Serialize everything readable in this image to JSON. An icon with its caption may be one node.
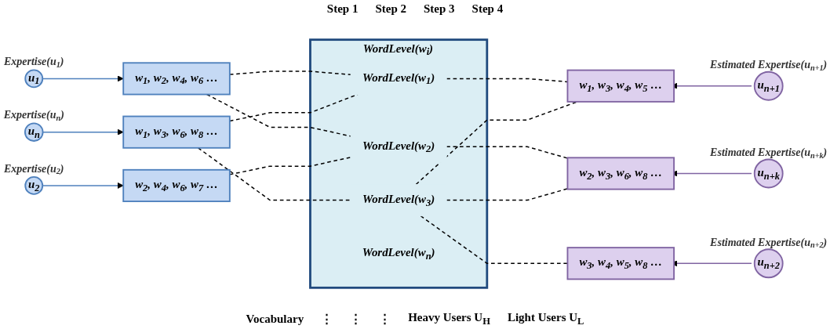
{
  "diagram": {
    "nodes": [
      {
        "text": [
          "u$_{1}$"
        ],
        "beside": [
          "Expertise(u$_{1}$)"
        ]
      },
      {
        "text": [
          "u$_{2}$"
        ],
        "beside": [
          "Expertise(u$_{2}$)"
        ]
      },
      {
        "text": [
          "u$_{n}$"
        ],
        "beside": [
          "Expertise(u$_{n}$)"
        ]
      },
      {
        "text": [
          "w$_{1}$, w$_{2}$, w$_{4}$, w$_{6}$ …"
        ]
      },
      {
        "text": [
          "w$_{2}$, w$_{4}$, w$_{6}$, w$_{7}$ …"
        ]
      },
      {
        "text": [
          "w$_{1}$, w$_{3}$, w$_{6}$, w$_{8}$ …"
        ]
      },
      {
        "text": [
          "WordLevel(w$_{i}$)"
        ]
      },
      {
        "text": [
          "WordLevel(w$_{1}$)"
        ],
        "in": 6
      },
      {
        "text": [
          "WordLevel(w$_{2}$)"
        ],
        "in": 6
      },
      {
        "text": [
          "WordLevel(w$_{3}$)"
        ],
        "in": 6
      },
      {
        "text": [
          "WordLevel(w$_{n}$)"
        ],
        "in": 6
      },
      {
        "text": [
          "w$_{1}$, w$_{3}$, w$_{4}$, w$_{5}$ …"
        ]
      },
      {
        "text": [
          "w$_{3}$, w$_{4}$, w$_{5}$, w$_{8}$ …"
        ]
      },
      {
        "text": [
          "w$_{2}$, w$_{3}$, w$_{6}$, w$_{8}$ …"
        ]
      },
      {
        "text": [
          "u$_{n+1}$"
        ],
        "beside": [
          "Estimated Expertise(u$_{n+1}$)"
        ]
      },
      {
        "text": [
          "u$_{n+2}$"
        ],
        "beside": [
          "Estimated Expertise(u$_{n+2}$)"
        ]
      },
      {
        "text": [
          "u$_{n+k}$"
        ],
        "beside": [
          "Estimated Expertise(u$_{n+k}$)"
        ]
      }
    ],
    "edges": [
      {
        "from": 0,
        "to": 3,
        "arrow": "to",
        "color": "#4f81bd"
      },
      {
        "from": 1,
        "to": 4,
        "arrow": "to",
        "color": "#4f81bd"
      },
      {
        "from": 2,
        "to": 5,
        "arrow": "to",
        "color": "#4f81bd"
      },
      {
        "from": 3,
        "to": 7,
        "arrow": "none",
        "style": "dashed"
      },
      {
        "from": 5,
        "to": 7,
        "arrow": "none",
        "style": "dashed"
      },
      {
        "from": 3,
        "to": 8,
        "arrow": "none",
        "style": "dashed"
      },
      {
        "from": 4,
        "to": 8,
        "arrow": "none",
        "style": "dashed"
      },
      {
        "from": 5,
        "to": 9,
        "arrow": "none",
        "style": "dashed"
      },
      {
        "from": 7,
        "to": 11,
        "arrow": "none",
        "style": "dashed"
      },
      {
        "from": 8,
        "to": 13,
        "arrow": "none",
        "style": "dashed"
      },
      {
        "from": 9,
        "to": 11,
        "arrow": "none",
        "style": "dashed"
      },
      {
        "from": 9,
        "to": 12,
        "arrow": "none",
        "style": "dashed"
      },
      {
        "from": 9,
        "to": 13,
        "arrow": "none",
        "style": "dashed"
      },
      {
        "from": 14,
        "to": 11,
        "arrow": "to",
        "color": "#8064a2"
      },
      {
        "from": 15,
        "to": 12,
        "arrow": "to",
        "color": "#8064a2"
      },
      {
        "from": 16,
        "to": 13,
        "arrow": "to",
        "color": "#8064a2"
      }
    ],
    "labels": [
      "Step 1",
      "Step 2",
      "Step 3",
      "Step 4",
      "Vocabulary",
      "⋮",
      "⋮",
      "⋮",
      "Heavy Users U$_{H}$",
      "Light Users U$_{L}$"
    ]
  }
}
